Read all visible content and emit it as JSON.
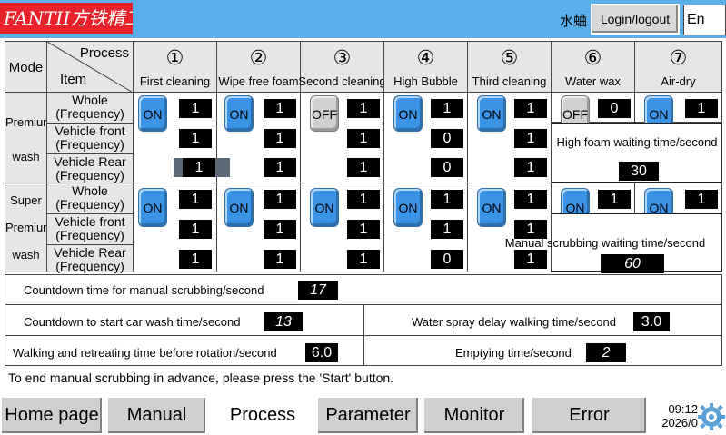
{
  "header": {
    "logo": "FANTII方铁精工",
    "brand": "水蛐",
    "login_label": "Login/logout",
    "language": "En"
  },
  "grid": {
    "mode_label": "Mode",
    "process_label": "Process",
    "item_label": "Item",
    "processes": [
      {
        "num": "①",
        "name": "First cleaning"
      },
      {
        "num": "②",
        "name": "Wipe free foam"
      },
      {
        "num": "③",
        "name": "Second cleaning"
      },
      {
        "num": "④",
        "name": "High Bubble"
      },
      {
        "num": "⑤",
        "name": "Third cleaning"
      },
      {
        "num": "⑥",
        "name": "Water wax"
      },
      {
        "num": "⑦",
        "name": "Air-dry"
      }
    ],
    "modes": [
      {
        "name_lines": [
          "Premium",
          "wash"
        ],
        "items": [
          {
            "line1": "Whole",
            "line2": "(Frequency)"
          },
          {
            "line1": "Vehicle front",
            "line2": "(Frequency)"
          },
          {
            "line1": "Vehicle Rear",
            "line2": "(Frequency)"
          }
        ],
        "toggles": [
          "ON",
          "ON",
          "OFF",
          "ON",
          "ON",
          "OFF",
          "ON"
        ],
        "whole": [
          "1",
          "1",
          "1",
          "1",
          "1",
          "0",
          "1"
        ],
        "front": [
          "1",
          "1",
          "1",
          "0",
          "1"
        ],
        "rear": [
          "1",
          "1",
          "1",
          "0",
          "1"
        ],
        "info_label": "High foam waiting time/second",
        "info_value": "30"
      },
      {
        "name_lines": [
          "Super",
          "Premium",
          "wash"
        ],
        "items": [
          {
            "line1": "Whole",
            "line2": "(Frequency)"
          },
          {
            "line1": "Vehicle front",
            "line2": "(Frequency)"
          },
          {
            "line1": "Vehicle Rear",
            "line2": "(Frequency)"
          }
        ],
        "toggles": [
          "ON",
          "ON",
          "ON",
          "ON",
          "ON",
          "ON",
          "ON"
        ],
        "whole": [
          "1",
          "1",
          "1",
          "1",
          "1",
          "1",
          "1"
        ],
        "front": [
          "1",
          "1",
          "1",
          "1",
          "1"
        ],
        "rear": [
          "1",
          "1",
          "1",
          "0",
          "1"
        ],
        "info_label": "Manual scrubbing waiting time/second",
        "info_value": "60"
      }
    ]
  },
  "params": {
    "countdown_manual_label": "Countdown time for manual scrubbing/second",
    "countdown_manual_value": "17",
    "countdown_start_label": "Countdown to start car wash time/second",
    "countdown_start_value": "13",
    "water_spray_label": "Water spray delay walking time/second",
    "water_spray_value": "3.0",
    "walking_label": "Walking and retreating time before rotation/second",
    "walking_value": "6.0",
    "emptying_label": "Emptying time/second",
    "emptying_value": "2"
  },
  "hint": "To end manual scrubbing in advance, please press the 'Start' button.",
  "nav": {
    "home": "Home page",
    "manual": "Manual",
    "process": "Process",
    "parameter": "Parameter",
    "monitor": "Monitor",
    "error": "Error"
  },
  "clock": {
    "time": "09:12",
    "date": "2026/0"
  },
  "colors": {
    "header": "#5aaee9",
    "logo_bg": "#e8222b",
    "toggle_on": "#3a93e4",
    "toggle_off": "#d0d0d0",
    "display_bg": "#000000"
  }
}
